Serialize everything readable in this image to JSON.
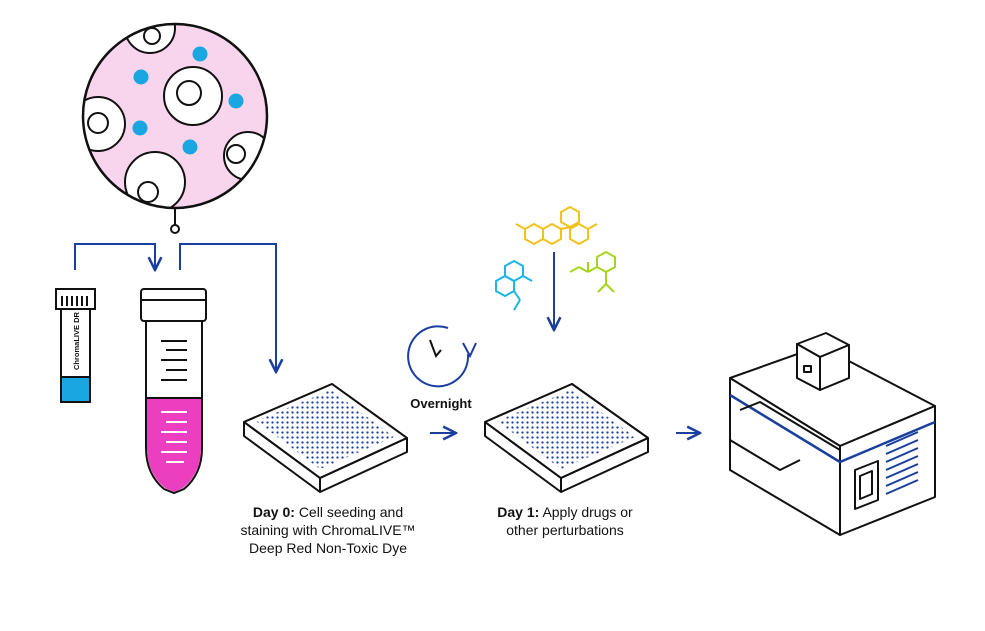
{
  "tube_label": "ChromaLIVE DR",
  "overnight_label": "Overnight",
  "step_day0": {
    "heading": "Day 0:",
    "line1": "Cell seeding and",
    "line2": "staining with ChromaLIVE™",
    "line3": "Deep Red Non-Toxic Dye"
  },
  "step_day1": {
    "heading": "Day 1:",
    "line1": "Apply drugs or",
    "line2": "other perturbations"
  },
  "colors": {
    "arrow": "#1a3f9e",
    "outline": "#111111",
    "cell_bg": "#f8d5ec",
    "nucleus": "#1aa6e0",
    "medium": "#ec3fbf",
    "dye": "#1aa6e0",
    "plate_well": "#1a3f9e",
    "molecule_yellow": "#f1c21b",
    "molecule_cyan": "#1ab4e6",
    "molecule_green": "#a6d61a",
    "instrument_accent": "#1a3f9e"
  },
  "icons": [
    "cell-magnifier-icon",
    "dye-tube-icon",
    "conical-tube-icon",
    "well-plate-icon",
    "clock-icon",
    "molecule-icon",
    "imager-instrument-icon"
  ]
}
